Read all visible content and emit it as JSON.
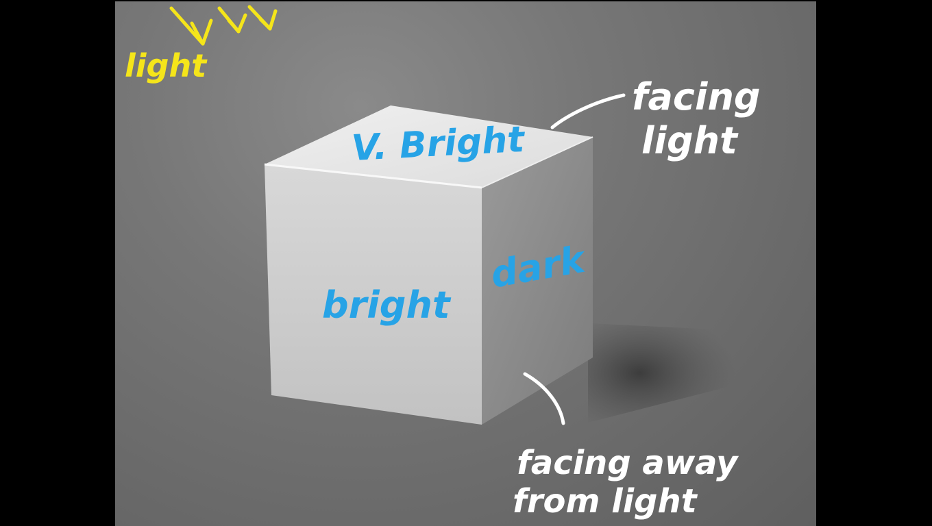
{
  "annotations": {
    "light": "light",
    "top_face": "V. Bright",
    "front_face": "bright",
    "side_face": "dark",
    "facing_light_line1": "facing",
    "facing_light_line2": "light",
    "facing_away_line1": "facing away",
    "facing_away_line2": "from light"
  },
  "colors": {
    "light_label": "#f5e51a",
    "face_labels": "#27a3e6",
    "callouts": "#ffffff",
    "top_face": "#e6e6e6",
    "front_face": "#cfcfcf",
    "side_face": "#8f8f8f",
    "background": "#747474"
  }
}
